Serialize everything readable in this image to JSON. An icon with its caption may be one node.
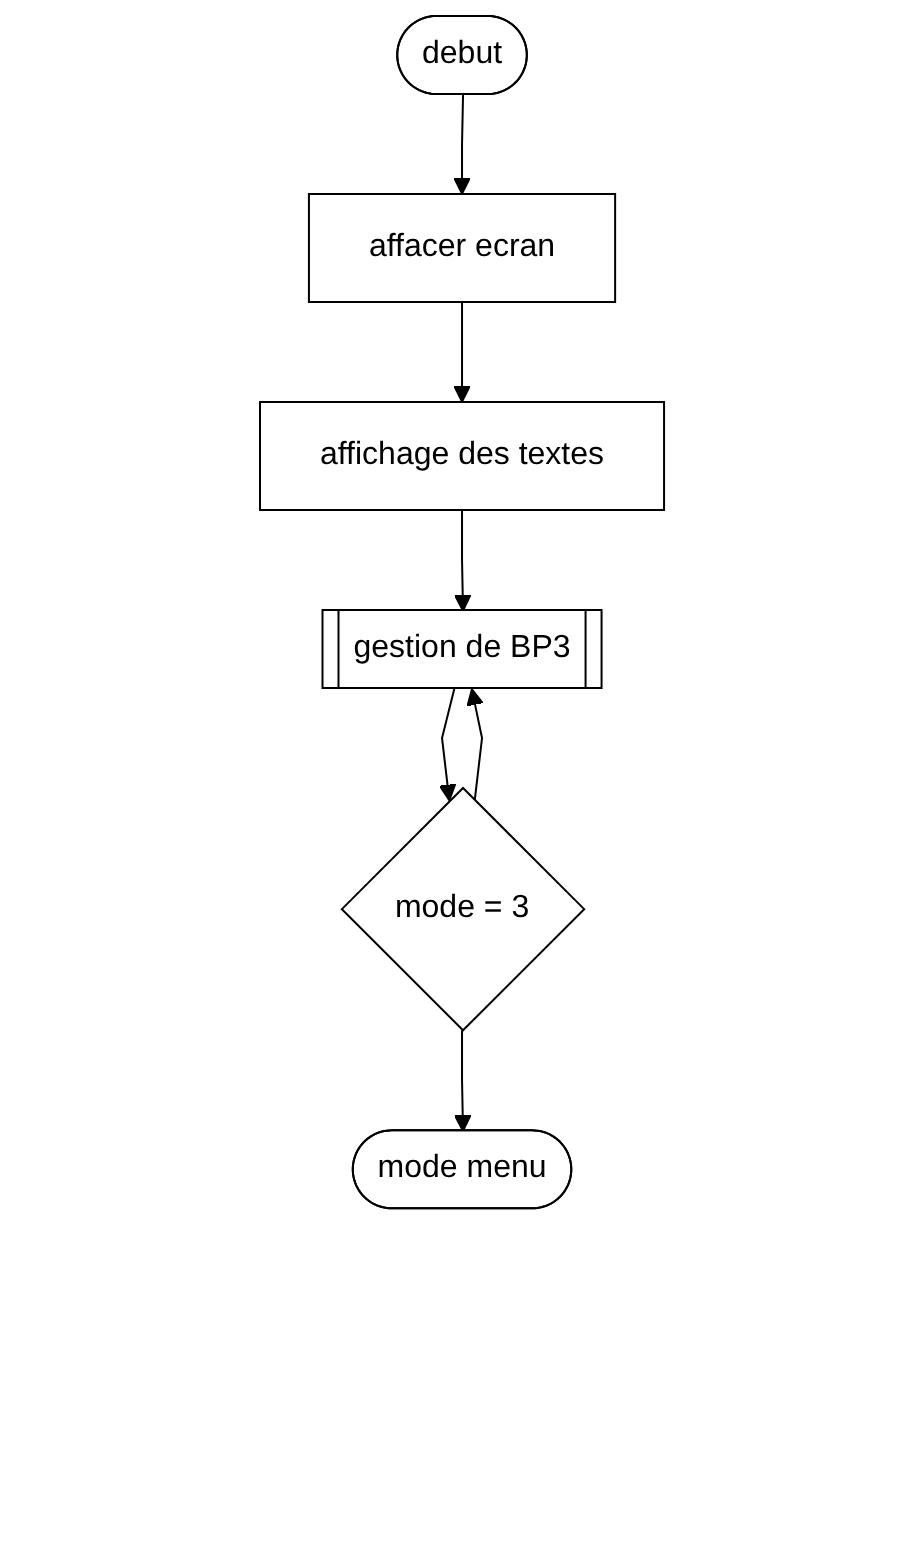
{
  "diagram": {
    "nodes": [
      {
        "text": [
          "debut"
        ]
      },
      {
        "text": [
          "affacer ecran"
        ]
      },
      {
        "text": [
          "affichage des textes"
        ]
      },
      {
        "text": [
          "gestion de BP3"
        ]
      },
      {
        "text": [
          "mode = 3"
        ]
      },
      {
        "text": [
          "mode menu"
        ]
      }
    ],
    "edges": [
      {
        "from": 0,
        "to": 1,
        "arrow": "to"
      },
      {
        "from": 1,
        "to": 2,
        "arrow": "to"
      },
      {
        "from": 2,
        "to": 3,
        "arrow": "to"
      },
      {
        "from": 3,
        "to": 4,
        "arrow": "to"
      },
      {
        "from": 4,
        "to": 3,
        "arrow": "to"
      },
      {
        "from": 4,
        "to": 5,
        "arrow": "to"
      }
    ]
  }
}
